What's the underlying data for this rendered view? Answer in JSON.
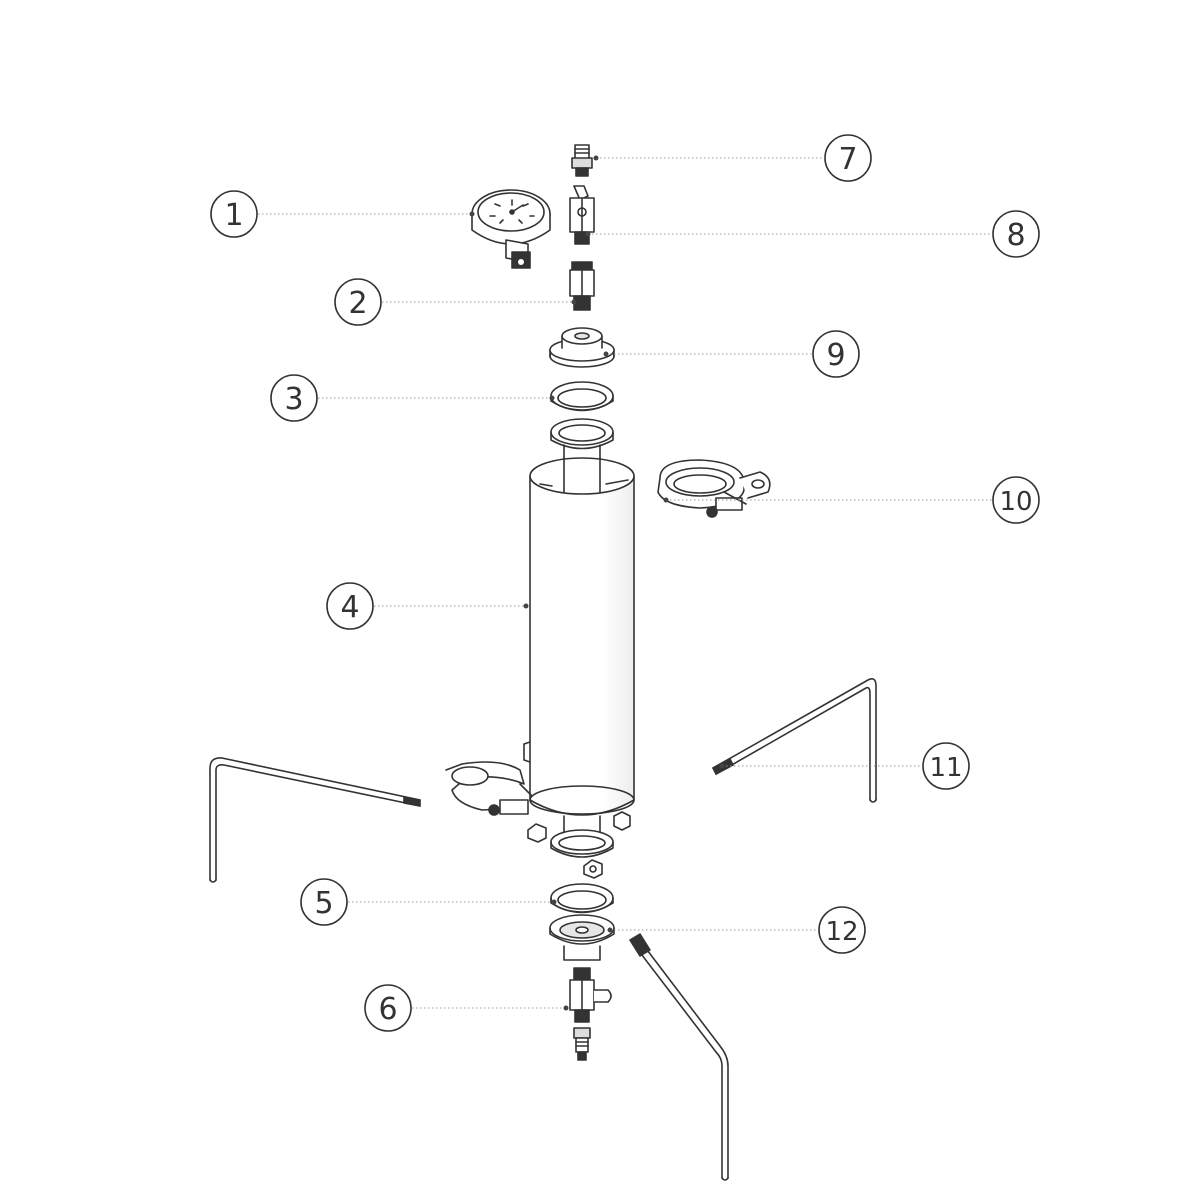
{
  "callouts": [
    {
      "id": "c1",
      "number": "1"
    },
    {
      "id": "c2",
      "number": "2"
    },
    {
      "id": "c3",
      "number": "3"
    },
    {
      "id": "c4",
      "number": "4"
    },
    {
      "id": "c5",
      "number": "5"
    },
    {
      "id": "c6",
      "number": "6"
    },
    {
      "id": "c7",
      "number": "7"
    },
    {
      "id": "c8",
      "number": "8"
    },
    {
      "id": "c9",
      "number": "9"
    },
    {
      "id": "c10",
      "number": "10"
    },
    {
      "id": "c11",
      "number": "11"
    },
    {
      "id": "c12",
      "number": "12"
    }
  ],
  "colors": {
    "line": "#333333",
    "leader": "#9a9a9a",
    "fill": "#ffffff",
    "shade": "#e6e6e6",
    "dark": "#222222"
  }
}
